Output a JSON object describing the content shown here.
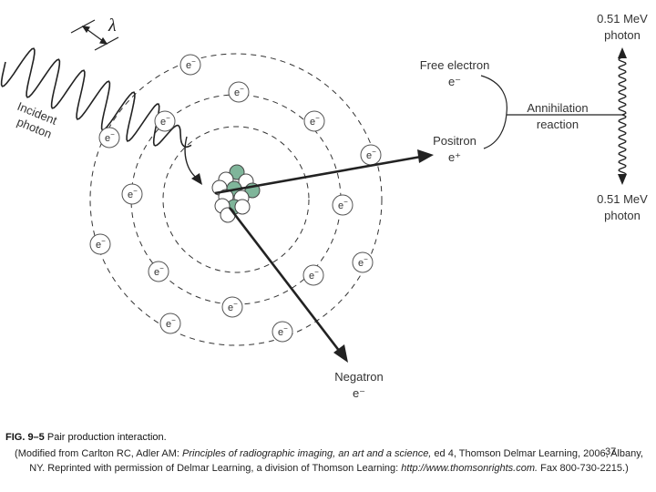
{
  "diagram": {
    "incident_photon_label": [
      "Incident",
      "photon"
    ],
    "wavelength_symbol": "λ",
    "electron_symbol": "e",
    "electron_superscript": "−",
    "photon_top": [
      "0.51 MeV",
      "photon"
    ],
    "photon_bottom": [
      "0.51 MeV",
      "photon"
    ],
    "free_electron": [
      "Free electron",
      "e⁻"
    ],
    "positron": [
      "Positron",
      "e⁺"
    ],
    "annihilation": [
      "Annihilation",
      "reaction"
    ],
    "negatron": [
      "Negatron",
      "e⁻"
    ],
    "colors": {
      "line": "#333333",
      "proton": "#7fb59a",
      "neutron": "#ffffff"
    }
  },
  "caption": {
    "fig_label": "FIG. 9–5",
    "title": "Pair production interaction."
  },
  "credit": {
    "prefix": "(Modified from Carlton RC, Adler AM: ",
    "book_title": "Principles of radiographic imaging, an art and a science,",
    "middle": " ed 4, Thomson Delmar Learning, 2006, Albany, NY. Reprinted with permission of Delmar Learning, a division of Thomson Learning: ",
    "url": "http://www.thomsonrights.com.",
    "suffix": " Fax 800-730-2215.)"
  },
  "page_number": "37"
}
